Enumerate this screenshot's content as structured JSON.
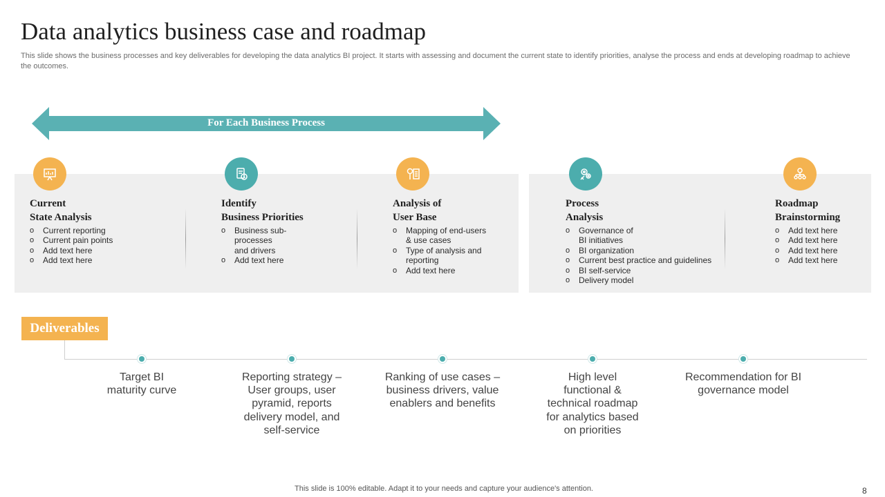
{
  "slide": {
    "title": "Data analytics business case and roadmap",
    "subtitle": "This slide shows the business processes and key deliverables for developing the data analytics BI project. It starts with assessing and document the current state to identify priorities, analyse the process and ends at developing roadmap to achieve the outcomes.",
    "banner_label": "For Each Business Process",
    "footer": "This slide is 100% editable. Adapt it to your needs and capture your audience's attention.",
    "page_number": "8"
  },
  "colors": {
    "teal": "#4cadad",
    "orange": "#f4b350",
    "arrow": "#5ab1b3",
    "panel": "#efefef"
  },
  "stages": [
    {
      "title_line1": "Current",
      "title_line2": "State Analysis",
      "icon": "report-board-icon",
      "color": "orange",
      "items": [
        "Current reporting",
        "Current pain points",
        "Add text here",
        "Add text here"
      ]
    },
    {
      "title_line1": "Identify",
      "title_line2": "Business Priorities",
      "icon": "priorities-document-icon",
      "color": "teal",
      "items": [
        "Business sub-\nprocesses\nand drivers",
        "Add text here"
      ]
    },
    {
      "title_line1": "Analysis of",
      "title_line2": "User Base",
      "icon": "analysis-checklist-icon",
      "color": "orange",
      "items": [
        "Mapping of end-users\n& use cases",
        "Type of analysis and\nreporting",
        "Add text here"
      ]
    },
    {
      "title_line1": "Process",
      "title_line2": "Analysis",
      "icon": "process-gears-icon",
      "color": "teal",
      "items": [
        "Governance of\nBI initiatives",
        "BI organization",
        "Current best practice and guidelines",
        "BI self-service",
        "Delivery model"
      ]
    },
    {
      "title_line1": "Roadmap",
      "title_line2": "Brainstorming",
      "icon": "team-network-icon",
      "color": "orange",
      "items": [
        "Add text here",
        "Add text here",
        "Add text here",
        "Add text here"
      ]
    }
  ],
  "deliverables": {
    "label": "Deliverables",
    "items": [
      "Target BI\nmaturity curve",
      "Reporting strategy –\nUser groups, user\npyramid, reports\ndelivery model, and\nself-service",
      "Ranking of use cases –\nbusiness drivers, value\nenablers and benefits",
      "High level\nfunctional &\ntechnical roadmap\nfor analytics based\non priorities",
      "Recommendation for BI\ngovernance model"
    ]
  }
}
